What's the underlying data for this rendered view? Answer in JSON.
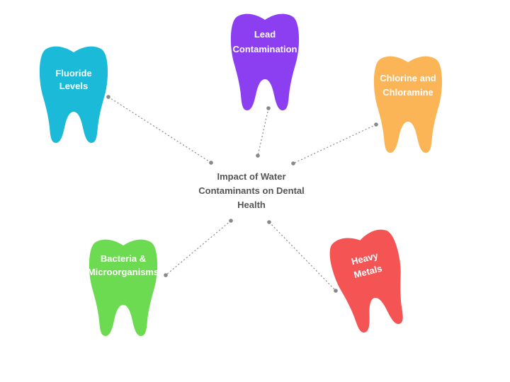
{
  "center": {
    "lines": [
      "Impact of Water",
      "Contaminants on Dental",
      "Health"
    ],
    "color": "#555555"
  },
  "teeth": [
    {
      "id": "fluoride",
      "lines": [
        "Fluoride",
        "Levels"
      ],
      "color": "#1bbad8",
      "icon": "tooth-icon"
    },
    {
      "id": "lead",
      "lines": [
        "Lead",
        "Contamination"
      ],
      "color": "#8b3ff0",
      "icon": "tooth-icon"
    },
    {
      "id": "chlorine",
      "lines": [
        "Chlorine and",
        "Chloramine"
      ],
      "color": "#fbb557",
      "icon": "tooth-icon"
    },
    {
      "id": "bacteria",
      "lines": [
        "Bacteria &",
        "Microorganisms"
      ],
      "color": "#6cdb52",
      "icon": "tooth-icon"
    },
    {
      "id": "heavy-metals",
      "lines": [
        "Heavy",
        "Metals"
      ],
      "color": "#f45454",
      "icon": "tooth-icon"
    }
  ],
  "connector_color": "#888888"
}
